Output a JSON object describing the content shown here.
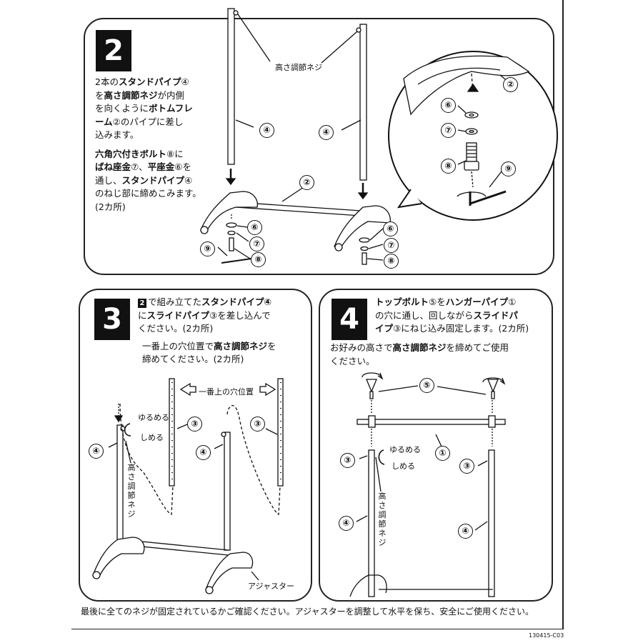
{
  "step2": {
    "num": "2",
    "para1": [
      "2本の",
      "スタンドパイプ",
      "④",
      "を",
      "高さ調節ネジ",
      "が内側",
      "を向くように",
      "ボトムフレ",
      "ーム",
      "②のパイプに差し",
      "込みます。"
    ],
    "para2": [
      "六角穴付きボルト",
      "⑧に",
      "ばね座金",
      "⑦、",
      "平座金",
      "⑥を",
      "通し、",
      "スタンドパイプ",
      "④",
      "のねじ部に締めこみます。",
      "(2カ所)"
    ],
    "label_screw": "高さ調節ネジ",
    "circles": [
      "④",
      "④",
      "②",
      "⑥",
      "⑦",
      "⑧",
      "⑨",
      "⑥",
      "⑦",
      "⑧",
      "⑥",
      "⑦",
      "⑧",
      "⑨",
      "②"
    ]
  },
  "step3": {
    "num": "3",
    "ref": "2",
    "line1a": "で組み立てた",
    "line1b": "スタンドパイプ④",
    "line2a": "に",
    "line2b": "スライドパイプ",
    "line2c": "③を差し込んで",
    "line3": "ください。(2カ所)",
    "line4a": "一番上の穴位置で",
    "line4b": "高さ調節ネジ",
    "line4c": "を",
    "line5": "締めてください。(2カ所)",
    "label_top": "一番上の穴位置",
    "label_loosen": "ゆるめる",
    "label_tighten": "しめる",
    "label_screw_v": [
      "高",
      "さ",
      "調",
      "節",
      "ネ",
      "ジ"
    ],
    "label_adjuster": "アジャスター",
    "circles": [
      "③",
      "③",
      "④",
      "④"
    ]
  },
  "step4": {
    "num": "4",
    "line1a": "トップボルト",
    "line1b": "⑤を",
    "line1c": "ハンガーパイプ",
    "line1d": "①",
    "line2a": "の穴に通し、回しながら",
    "line2b": "スライドパ",
    "line3a": "イプ",
    "line3b": "③にねじ込み固定します。(2カ所)",
    "line4a": "お好みの高さで",
    "line4b": "高さ調節ネジ",
    "line4c": "を締めてご使用",
    "line5": "ください。",
    "label_loosen": "ゆるめる",
    "label_tighten": "しめる",
    "label_screw_v": [
      "高",
      "さ",
      "調",
      "節",
      "ネ",
      "ジ"
    ],
    "circles": [
      "⑤",
      "①",
      "③",
      "③",
      "④",
      "④"
    ]
  },
  "footer": "最後に全てのネジが固定されているかご確認ください。アジャスターを調整して水平を保ち、安全にご使用ください。",
  "code": "130415-C03"
}
